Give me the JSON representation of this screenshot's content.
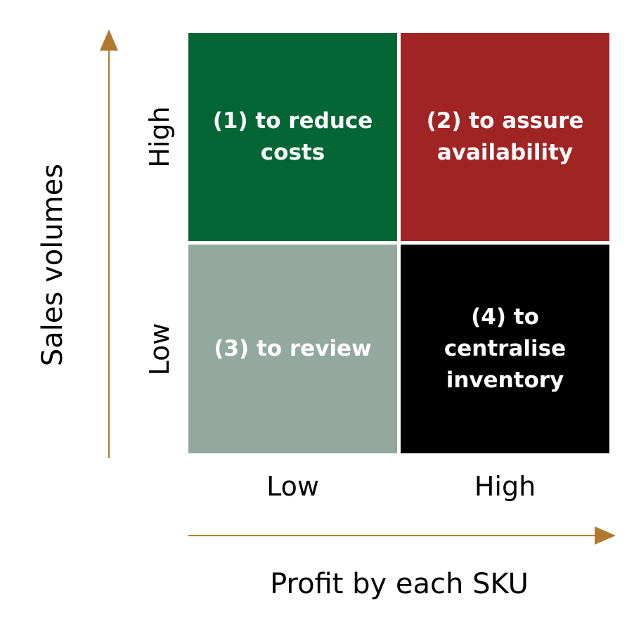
{
  "quadrants": {
    "q1": {
      "label": "(1) to reduce\ncosts",
      "color": "#036634"
    },
    "q2": {
      "label": "(2) to assure\navailability",
      "color": "#a12424"
    },
    "q3": {
      "label": "(3) to review",
      "color": "#93a99f"
    },
    "q4": {
      "label": "(4) to\ncentralise\ninventory",
      "color": "#000000"
    }
  },
  "x_axis": {
    "title": "Profit by each SKU",
    "ticks": [
      "Low",
      "High"
    ]
  },
  "y_axis": {
    "title": "Sales volumes",
    "ticks": [
      "High",
      "Low"
    ]
  },
  "arrow_color": "#b07a2e"
}
